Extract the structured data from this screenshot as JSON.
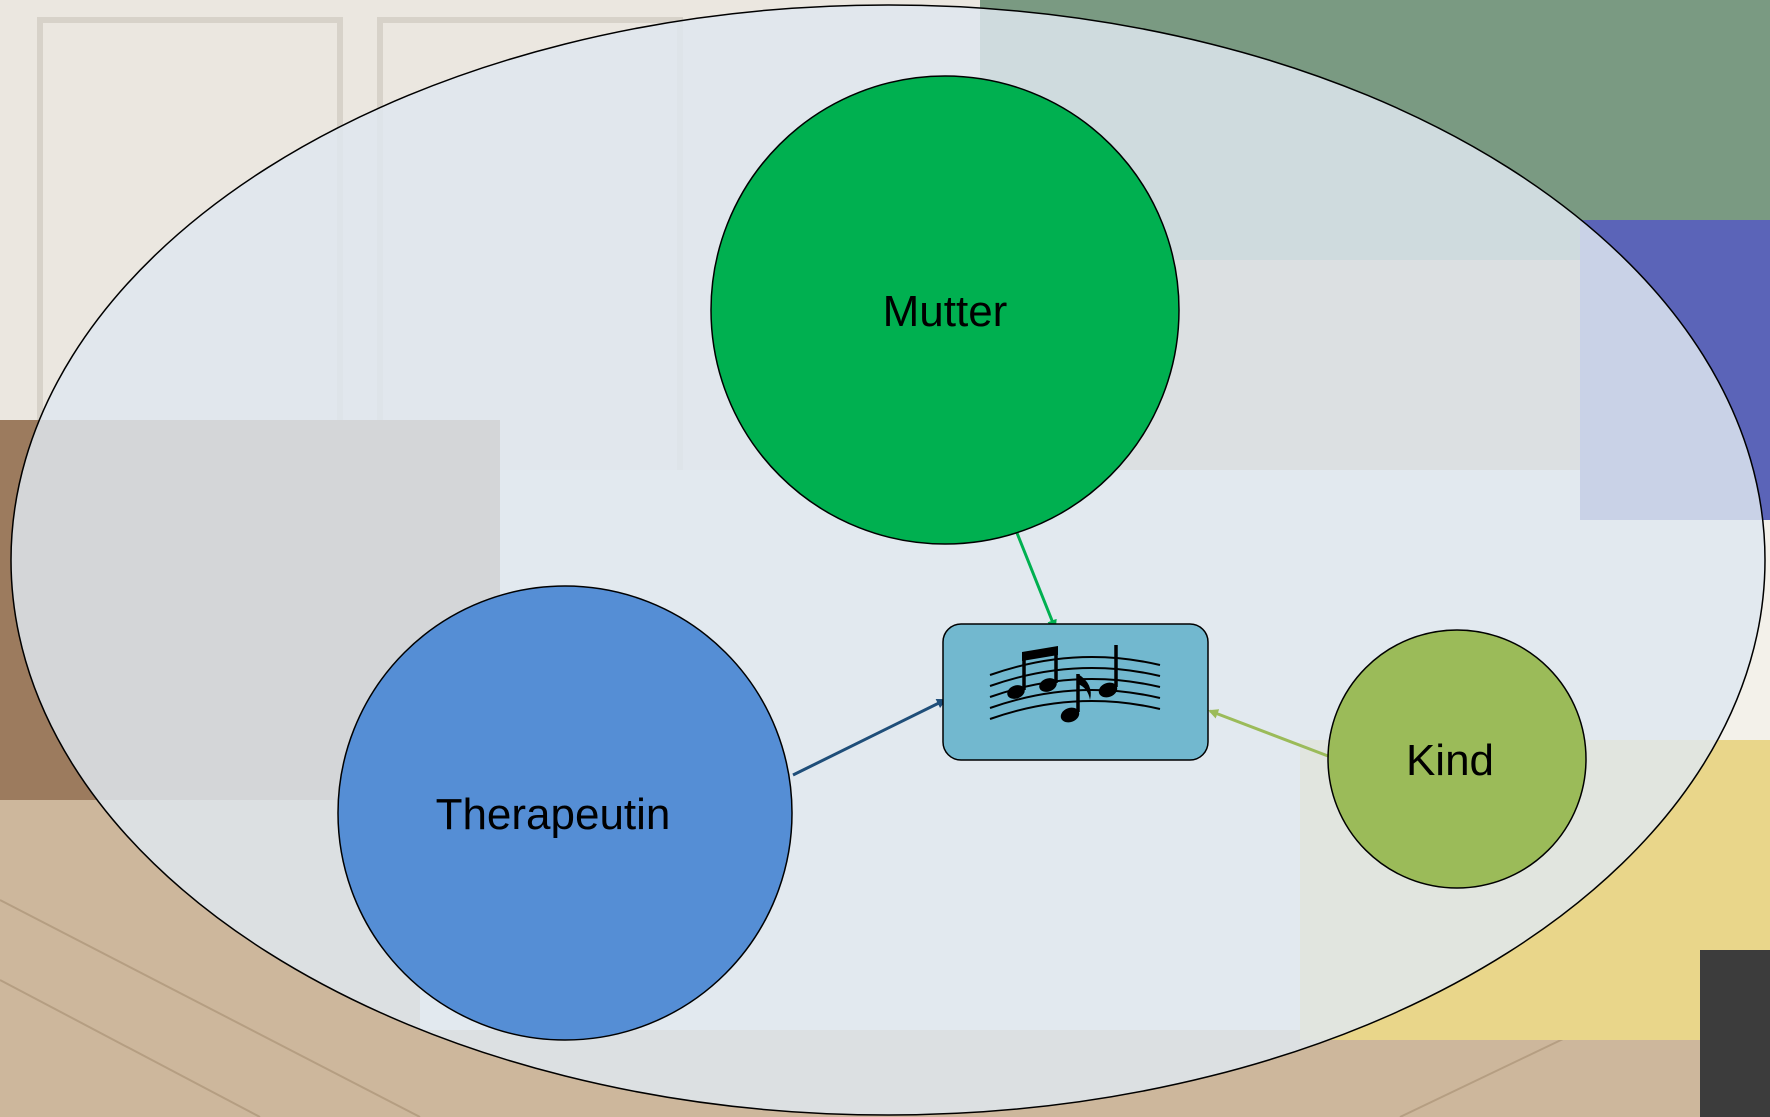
{
  "diagram": {
    "nodes": {
      "mutter": {
        "label": "Mutter",
        "color": "#00b050"
      },
      "therapeutin": {
        "label": "Therapeutin",
        "color": "#558ed5"
      },
      "kind": {
        "label": "Kind",
        "color": "#9bbb59"
      },
      "music": {
        "icon": "music-notes-icon",
        "color": "#72b8cf"
      }
    },
    "edges": [
      {
        "from": "mutter",
        "to": "music",
        "color": "#00b050"
      },
      {
        "from": "therapeutin",
        "to": "music",
        "color": "#1f4e79"
      },
      {
        "from": "kind",
        "to": "music",
        "color": "#9bbb59"
      }
    ],
    "container": {
      "fill": "#dfe7f0"
    }
  }
}
